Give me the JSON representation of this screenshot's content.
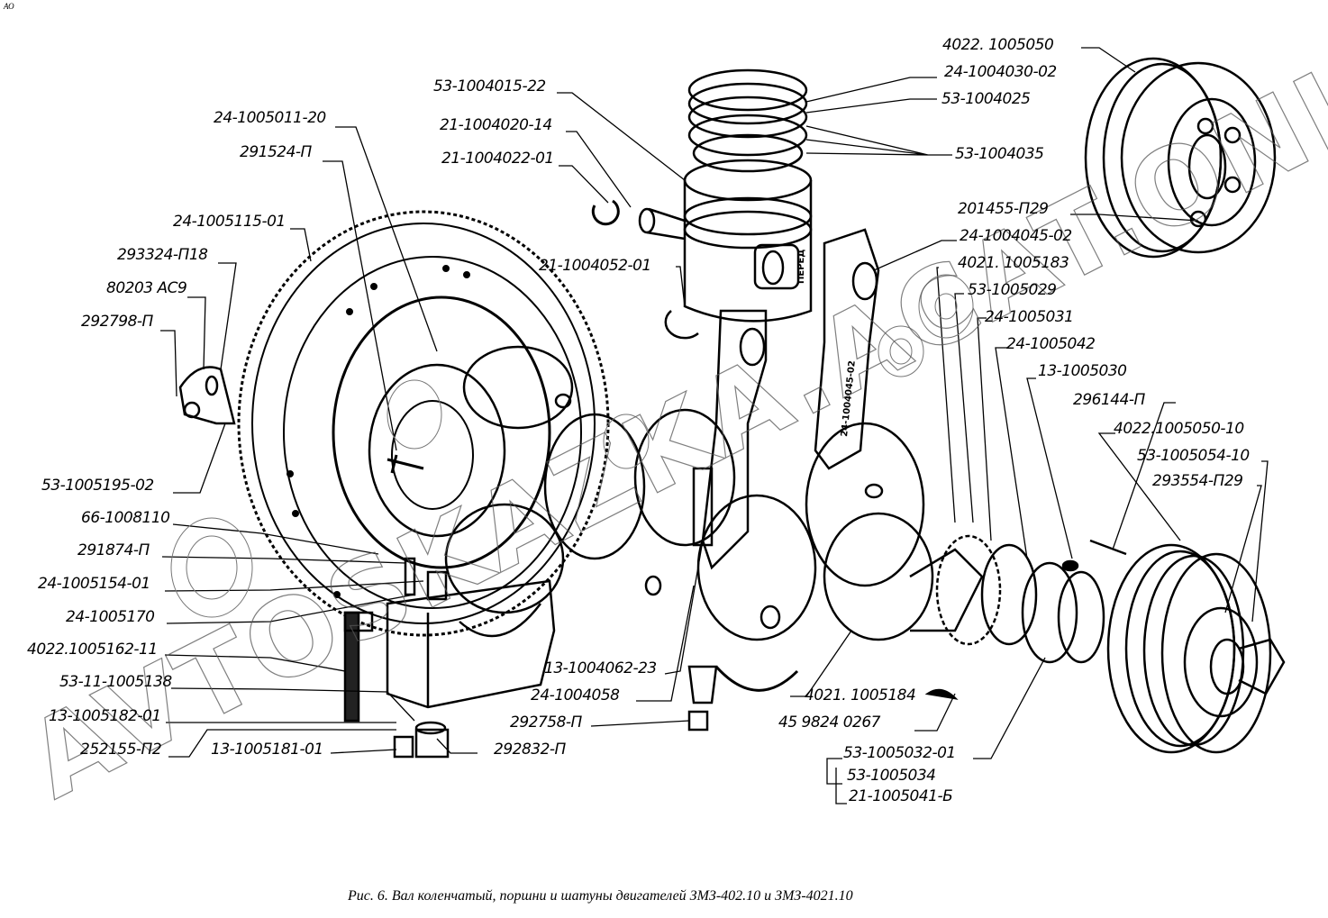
{
  "corner_mark": "АО",
  "caption": "Рис. 6. Вал коленчатый, поршни и шатуны двигателей ЗМЗ-402.10 и ЗМЗ-4021.10",
  "watermark": "AVTOSKAZKA.ACAT.ONLINE",
  "part_stamps": {
    "piston_mark": "ПЕРЕД",
    "rod_mark": "24-1004045-02"
  },
  "labels": {
    "l1": "24-1005011-20",
    "l2": "291524-П",
    "l3": "24-1005115-01",
    "l4": "293324-П18",
    "l5": "80203 АС9",
    "l6": "292798-П",
    "l7": "53-1005195-02",
    "l8": "66-1008110",
    "l9": "291874-П",
    "l10": "24-1005154-01",
    "l11": "24-1005170",
    "l12": "4022.1005162-11",
    "l13": "53-11-1005138",
    "l14": "13-1005182-01",
    "l15": "252155-П2",
    "l16": "13-1005181-01",
    "l17": "292832-П",
    "l18": "292758-П",
    "l19": "24-1004058",
    "l20": "13-1004062-23",
    "l21": "53-1004015-22",
    "l22": "21-1004020-14",
    "l23": "21-1004022-01",
    "l24": "21-1004052-01",
    "l25": "4022. 1005050",
    "l26": "24-1004030-02",
    "l27": "53-1004025",
    "l28": "53-1004035",
    "l29": "201455-П29",
    "l30": "24-1004045-02",
    "l31": "4021. 1005183",
    "l32": "53-1005029",
    "l33": "24-1005031",
    "l34": "24-1005042",
    "l35": "13-1005030",
    "l36": "296144-П",
    "l37": "4022.1005050-10",
    "l38": "53-1005054-10",
    "l39": "293554-П29",
    "l40": "4021. 1005184",
    "l41": "45 9824 0267",
    "l42": "53-1005032-01",
    "l43": "53-1005034",
    "l44": "21-1005041-Б"
  }
}
